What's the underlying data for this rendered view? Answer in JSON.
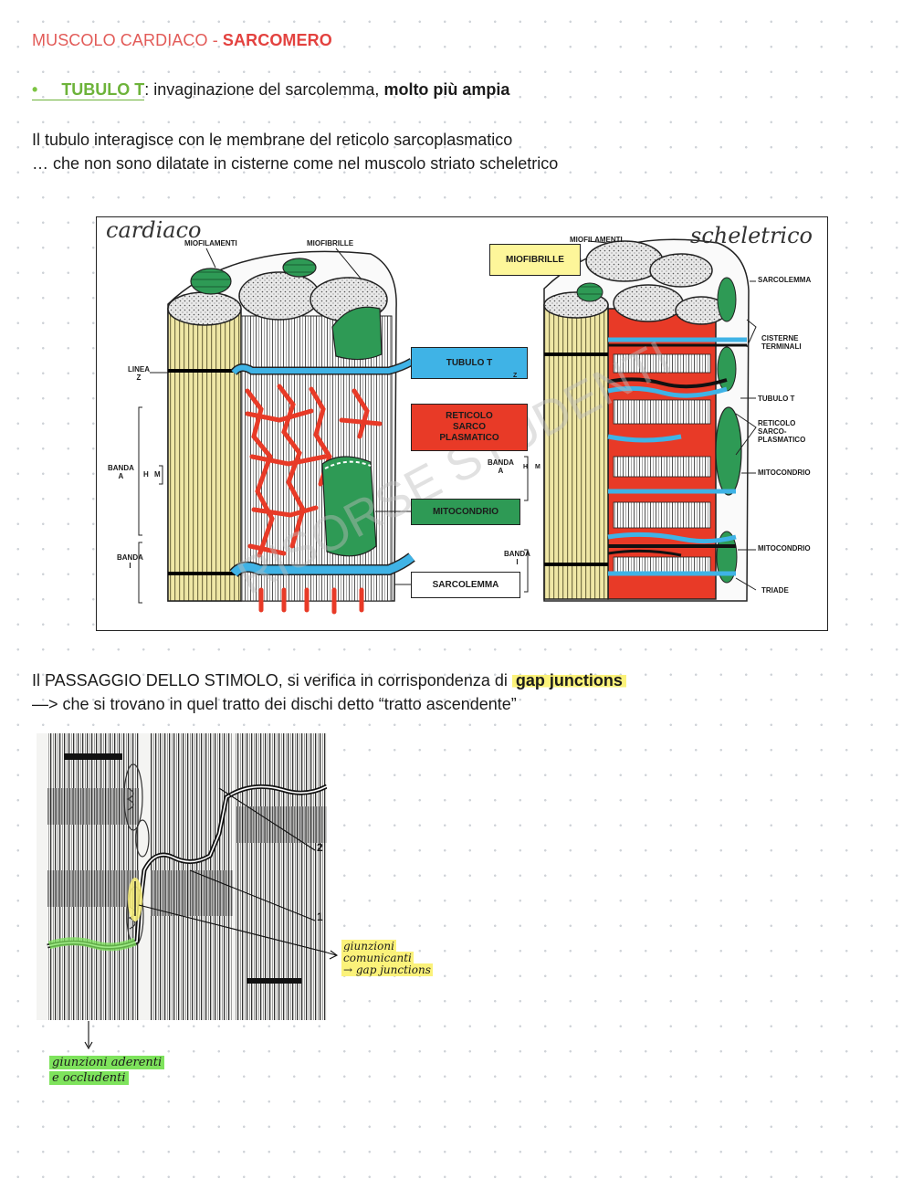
{
  "header": {
    "title_prefix": "MUSCOLO CARDIACO - ",
    "title_bold": "SARCOMERO"
  },
  "tubulo": {
    "bullet": "•",
    "term": "TUBULO T",
    "rest": ": invaginazione del sarcolemma, ",
    "bold": "molto più ampia"
  },
  "paragraph1": {
    "line1": "Il tubulo interagisce con le membrane del reticolo sarcoplasmatico",
    "line2": "… che non sono dilatate in cisterne come nel muscolo striato scheletrico"
  },
  "figure1": {
    "hand_left": "cardiaco",
    "hand_right": "scheletrico",
    "watermark": "RISORSE STUDENTI",
    "left_labels": {
      "miofilamenti": "MIOFILAMENTI",
      "miofibrille": "MIOFIBRILLE",
      "linea": "LINEA",
      "z": "Z",
      "banda_a1": "BANDA",
      "banda_a2": "A",
      "h": "H",
      "m": "M",
      "banda_i1": "BANDA",
      "banda_i2": "I"
    },
    "boxes": {
      "miofibrille": "MIOFIBRILLE",
      "tubulo": "TUBULO  T",
      "reticolo1": "RETICOLO",
      "reticolo2": "SARCO",
      "reticolo3": "PLASMATICO",
      "mitocondrio": "MITOCONDRIO",
      "sarcolemma": "SARCOLEMMA"
    },
    "right_labels": {
      "miofilamenti": "MIOFILAMENTI",
      "sarcolemma": "SARCOLEMMA",
      "cisterne1": "CISTERNE",
      "cisterne2": "TERMINALI",
      "tubulo": "TUBULO T",
      "reticolo1": "RETICOLO",
      "reticolo2": "SARCO-",
      "reticolo3": "PLASMATICO",
      "mitocondrio1": "MITOCONDRIO",
      "mitocondrio2": "MITOCONDRIO",
      "triade": "TRIADE",
      "banda_a1": "BANDA",
      "banda_a2": "A",
      "h": "H",
      "m": "M",
      "banda_i1": "BANDA",
      "banda_i2": "I",
      "z": "Z"
    }
  },
  "paragraph2": {
    "line1_text": "Il PASSAGGIO DELLO STIMOLO, si verifica in corrispondenza di ",
    "line1_bold": "gap junctions",
    "line2": "—> che si trovano in quel tratto dei dischi detto “tratto ascendente”"
  },
  "figure2": {
    "num1": "1",
    "num2": "2",
    "note_gap1": "giunzioni",
    "note_gap2": "comunicanti",
    "note_gap3": "→ gap junctions",
    "note_ader1": "giunzioni aderenti",
    "note_ader2": "e occludenti"
  },
  "colors": {
    "title": "#e25b58",
    "accent_green": "#6db33a",
    "highlight_yellow": "#fbf27a",
    "highlight_green": "#7ee35c",
    "tubulo_blue": "#3fb3e6",
    "reticolo_red": "#e83a27",
    "mito_green": "#2e9a55",
    "fiber_yellow": "#efe7a6"
  }
}
